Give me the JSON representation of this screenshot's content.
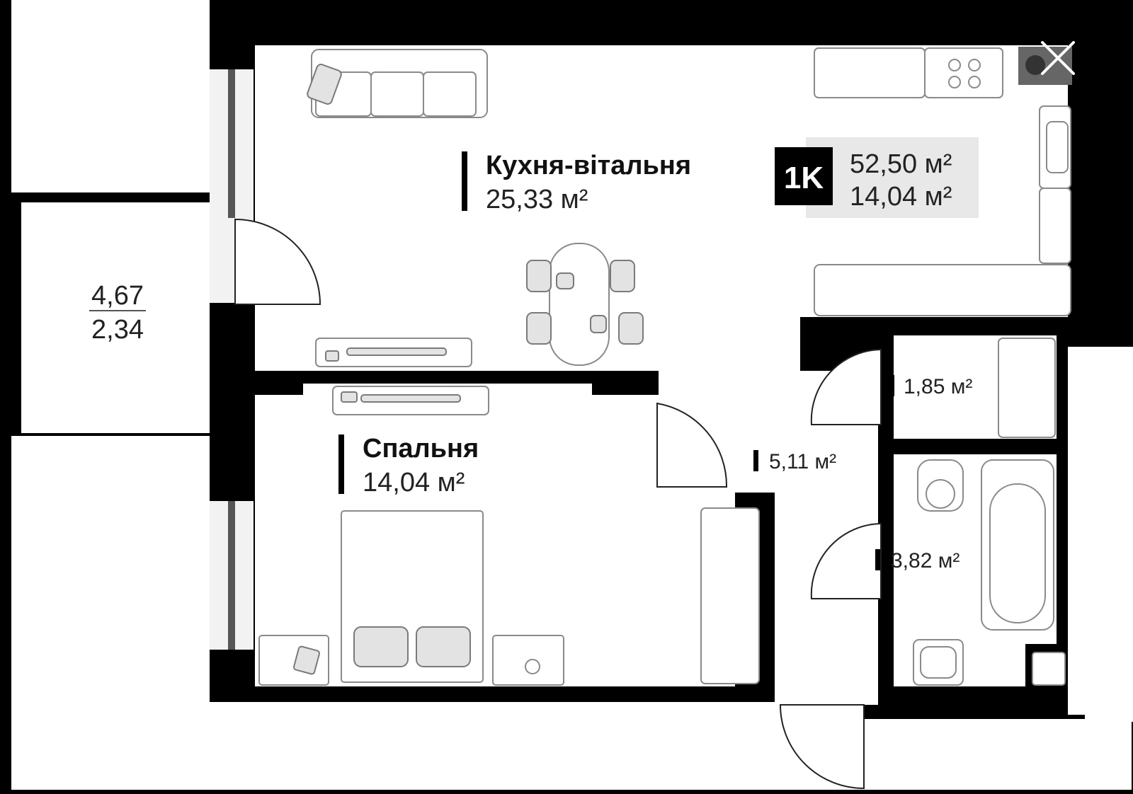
{
  "rooms": {
    "kitchen_living": {
      "name": "Кухня-вітальня",
      "area": "25,33 м²"
    },
    "bedroom": {
      "name": "Спальня",
      "area": "14,04 м²"
    },
    "hall": {
      "area": "5,11 м²"
    },
    "storage": {
      "area": "1,85 м²"
    },
    "bathroom": {
      "area": "3,82 м²"
    }
  },
  "apartment": {
    "type_badge": "1K",
    "total_area": "52,50 м²",
    "living_area": "14,04 м²"
  },
  "balcony": {
    "area_top": "4,67",
    "area_bottom": "2,34"
  },
  "controls": {
    "close_icon": "close-icon"
  },
  "colors": {
    "wall": "#000000",
    "floor": "#ffffff",
    "badge_bg": "#e8e8e8"
  }
}
